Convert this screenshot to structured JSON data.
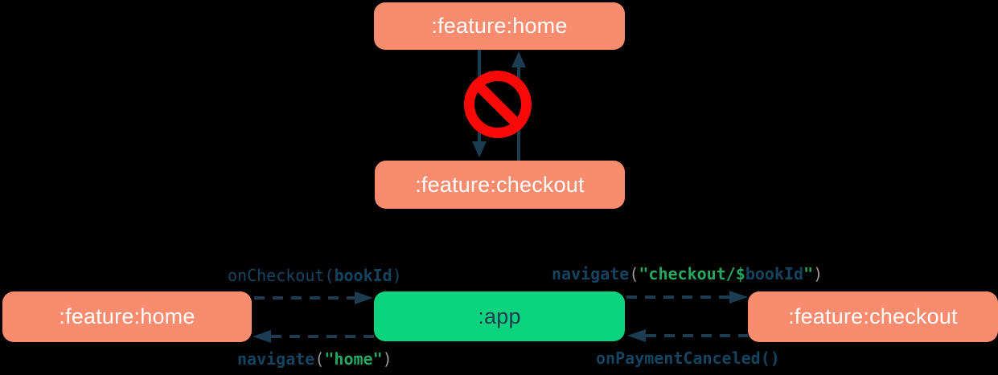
{
  "colors": {
    "background": "#000000",
    "module_salmon": "#F98B6E",
    "app_green": "#0CD47E",
    "navy": "#1C3C52",
    "no_entry_red": "#F90805",
    "code_navy": "#164460",
    "code_green": "#27A75F",
    "code_gray": "#9B9B9B",
    "box_text": "#FFFFFF"
  },
  "top_section": {
    "home_box": ":feature:home",
    "checkout_box": ":feature:checkout",
    "icon": "no-entry-icon"
  },
  "bottom_section": {
    "home_box": ":feature:home",
    "app_box": ":app",
    "checkout_box": ":feature:checkout",
    "home_to_app": [
      {
        "text": "onCheckout(",
        "color": "navy",
        "bold": false
      },
      {
        "text": "bookId",
        "color": "navy",
        "bold": true
      },
      {
        "text": ")",
        "color": "navy",
        "bold": false
      }
    ],
    "app_to_home": [
      {
        "text": "navigate",
        "color": "navy",
        "bold": true
      },
      {
        "text": "(",
        "color": "gray",
        "bold": false
      },
      {
        "text": "\"home\"",
        "color": "green",
        "bold": true
      },
      {
        "text": ")",
        "color": "gray",
        "bold": false
      }
    ],
    "app_to_checkout": [
      {
        "text": "navigate",
        "color": "navy",
        "bold": true
      },
      {
        "text": "(",
        "color": "gray",
        "bold": false
      },
      {
        "text": "\"checkout/$",
        "color": "green",
        "bold": true
      },
      {
        "text": "bookId",
        "color": "navy",
        "bold": true
      },
      {
        "text": "\"",
        "color": "green",
        "bold": true
      },
      {
        "text": ")",
        "color": "gray",
        "bold": false
      }
    ],
    "checkout_to_app": [
      {
        "text": "onPaymentCanceled()",
        "color": "navy",
        "bold": true
      }
    ]
  }
}
